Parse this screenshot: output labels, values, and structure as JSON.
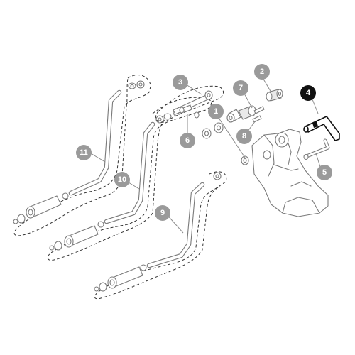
{
  "diagram": {
    "callouts": [
      {
        "id": "1",
        "label": "1",
        "highlighted": false
      },
      {
        "id": "2",
        "label": "2",
        "highlighted": false
      },
      {
        "id": "3",
        "label": "3",
        "highlighted": false
      },
      {
        "id": "4",
        "label": "4",
        "highlighted": true
      },
      {
        "id": "5",
        "label": "5",
        "highlighted": false
      },
      {
        "id": "6",
        "label": "6",
        "highlighted": false
      },
      {
        "id": "7",
        "label": "7",
        "highlighted": false
      },
      {
        "id": "8",
        "label": "8",
        "highlighted": false
      },
      {
        "id": "9",
        "label": "9",
        "highlighted": false
      },
      {
        "id": "10",
        "label": "10",
        "highlighted": false
      },
      {
        "id": "11",
        "label": "11",
        "highlighted": false
      }
    ],
    "colors": {
      "callout_default": "#9a9a9a",
      "callout_highlight": "#111111",
      "part_outline": "#7a7a7a",
      "highlight_outline": "#111111",
      "group_dash": "#333333"
    }
  }
}
